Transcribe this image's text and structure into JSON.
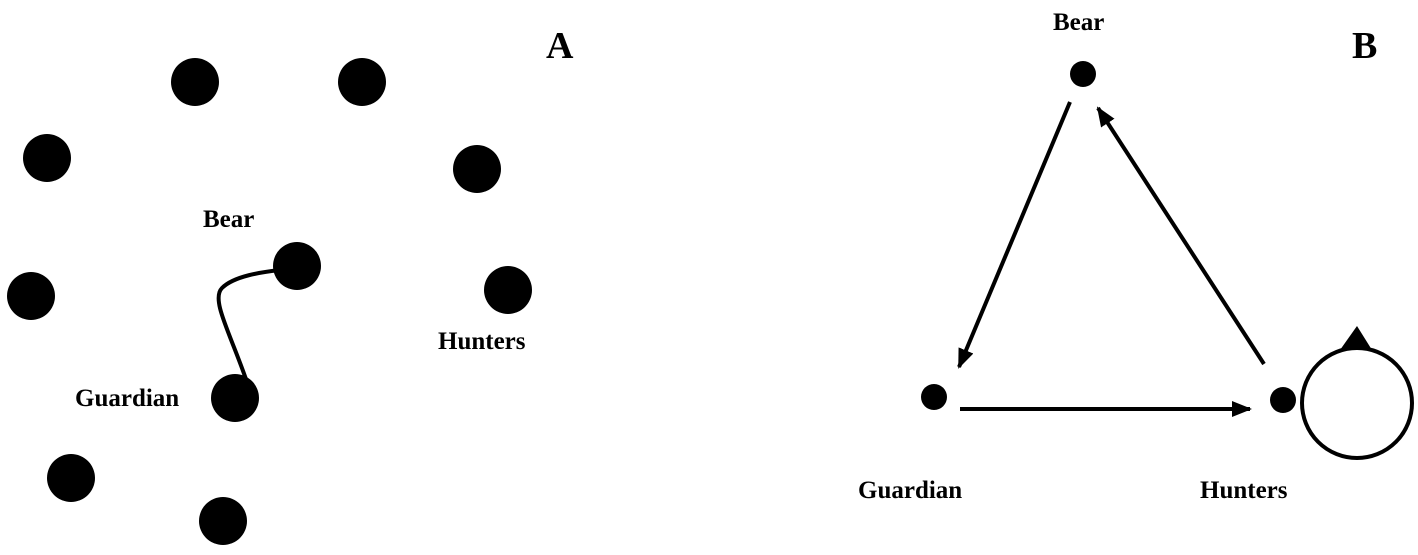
{
  "panel_a": {
    "letter": "A",
    "labels": {
      "bear": "Bear",
      "hunters": "Hunters",
      "guardian": "Guardian"
    }
  },
  "panel_b": {
    "letter": "B",
    "labels": {
      "bear": "Bear",
      "guardian": "Guardian",
      "hunters": "Hunters"
    }
  },
  "colors": {
    "ink": "#000000",
    "background": "#ffffff"
  }
}
